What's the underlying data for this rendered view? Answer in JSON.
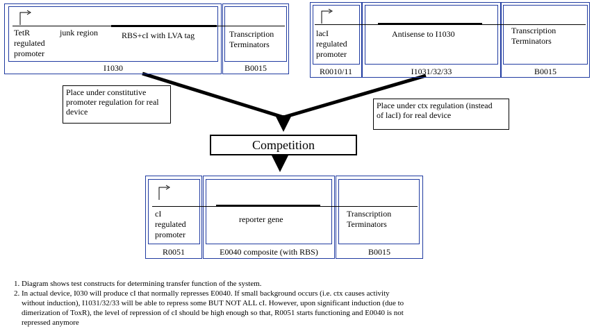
{
  "construct_top_left": {
    "promoter_text": [
      "TetR",
      "regulated",
      "promoter"
    ],
    "junk_text": "junk region",
    "gene_text": "RBS+cI with LVA tag",
    "terminator_text": [
      "Transcription",
      "Terminators"
    ],
    "part_label": "I1030",
    "terminator_label": "B0015"
  },
  "construct_top_right": {
    "promoter_text": [
      "lacI",
      "regulated",
      "promoter"
    ],
    "gene_text": "Antisense to I1030",
    "terminator_text": [
      "Transcription",
      "Terminators"
    ],
    "promoter_label": "R0010/11",
    "part_label": "I1031/32/33",
    "terminator_label": "B0015"
  },
  "note_left": [
    "Place under constitutive",
    "promoter regulation for real",
    "device"
  ],
  "note_right": [
    "Place under ctx regulation (instead",
    "of lacI) for real device"
  ],
  "competition_label": "Competition",
  "construct_bottom": {
    "promoter_text": [
      "cI",
      "regulated",
      "promoter"
    ],
    "gene_text": "reporter gene",
    "terminator_text": [
      "Transcription",
      "Terminators"
    ],
    "promoter_label": "R0051",
    "part_label": "E0040 composite (with RBS)",
    "terminator_label": "B0015"
  },
  "footnotes": [
    "1. Diagram shows test constructs for determining transfer function of the system.",
    "2. In actual device, I030 will produce cI that normally represses E0040. If small background occurs (i.e. ctx causes activity",
    "without induction), I1031/32/33 will be able to repress some BUT NOT ALL cI. However, upon significant induction (due to",
    "dimerization of ToxR), the level of repression of cI should be high enough so that, R0051 starts functioning and E0040 is not",
    "repressed anymore"
  ],
  "colors": {
    "box_border": "#1f3aa0",
    "line": "#000000"
  }
}
